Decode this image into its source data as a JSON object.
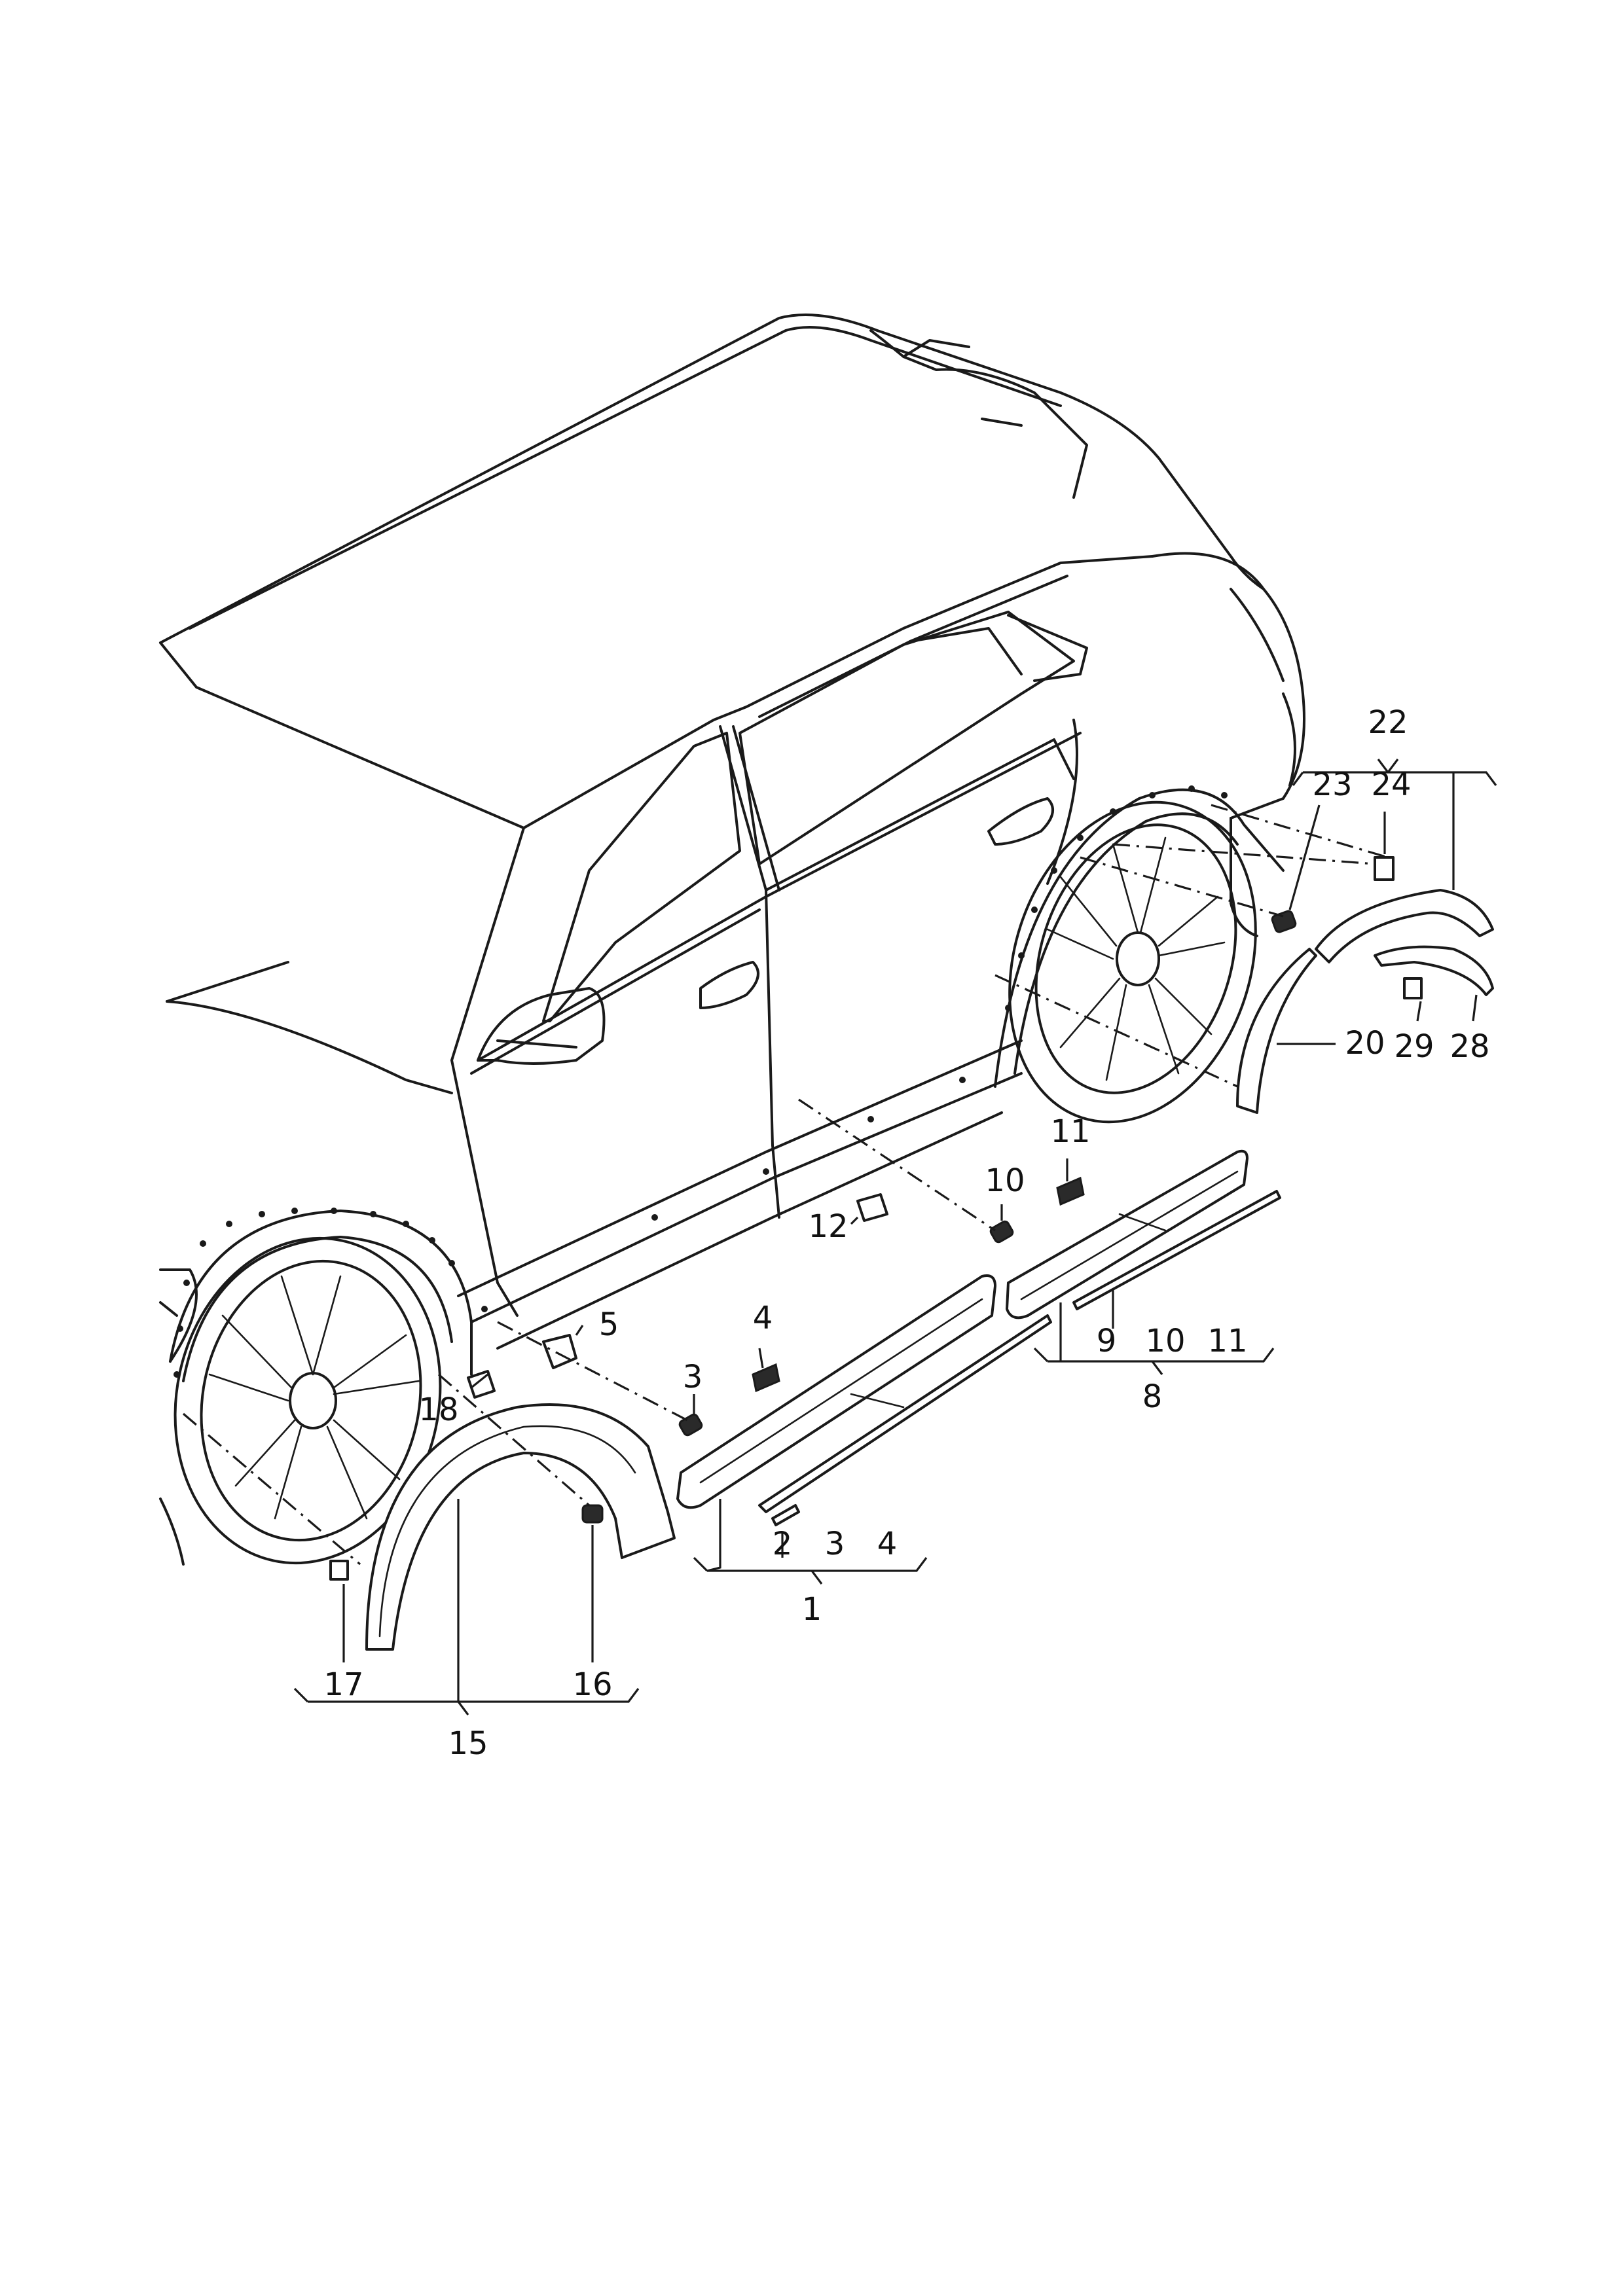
{
  "callouts": {
    "c1": "1",
    "c2": "2",
    "c3a": "3",
    "c3b": "3",
    "c4a": "4",
    "c4b": "4",
    "c5": "5",
    "c8": "8",
    "c9": "9",
    "c10a": "10",
    "c10b": "10",
    "c11a": "11",
    "c11b": "11",
    "c12": "12",
    "c15": "15",
    "c16": "16",
    "c17": "17",
    "c18": "18",
    "c20": "20",
    "c22": "22",
    "c23": "23",
    "c24": "24",
    "c28": "28",
    "c29": "29"
  },
  "colors": {
    "line": "#1a1a1a",
    "background": "#ffffff"
  }
}
